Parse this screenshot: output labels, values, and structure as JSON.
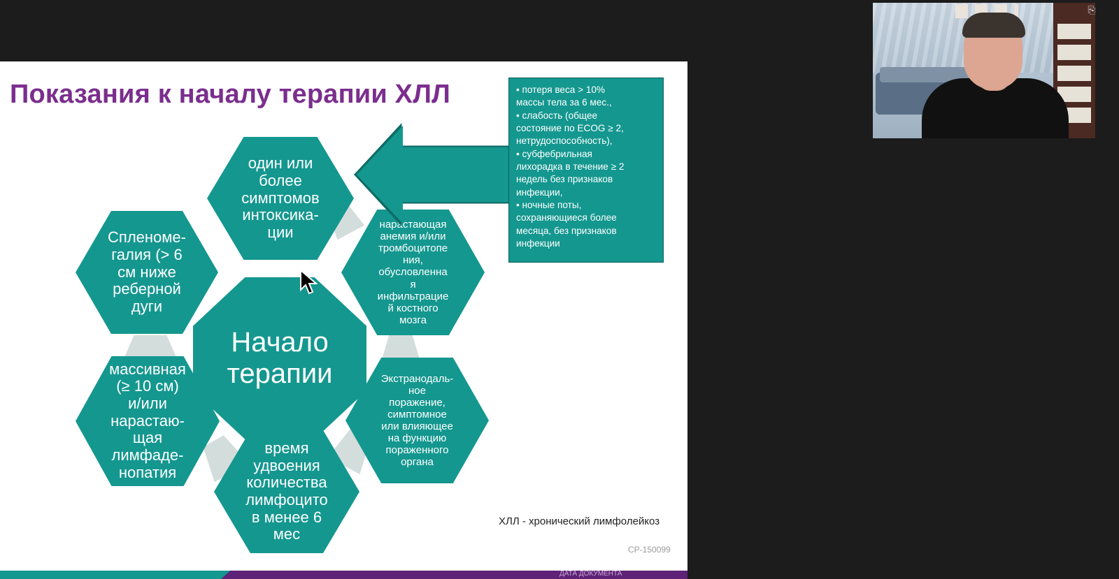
{
  "slide": {
    "title": "Показания к началу терапии ХЛЛ",
    "center_label": "Начало\nтерапии",
    "hexagons": {
      "top": "один или\nболее\nсимптомов\nинтоксика-\nции",
      "right_upper": "нарастающая\nанемия и/или\nтромбоцитопе\nния,\nобусловленна\nя\nинфильтрацие\nй костного\nмозга",
      "right_lower": "Экстранодаль-\nное\nпоражение,\nсимптомное\nили влияющее\nна функцию\nпораженного\nоргана",
      "bottom": "время\nудвоения\nколичества\nлимфоцито\nв менее 6\nмес",
      "left_lower": "массивная\n(≥ 10 см)\nи/или\nнарастаю-\nщая\nлимфаде-\nнопатия",
      "left_upper": "Спленоме-\nгалия (> 6\nсм ниже\nреберной\nдуги"
    },
    "info_box": [
      "• потеря веса > 10%\nмассы тела за 6 мес.,",
      "• слабость (общее\nсостояние по ECOG ≥ 2,\nнетрудоспособность),",
      "• субфебрильная\nлихорадка в течение ≥ 2\nнедель без признаков\nинфекции,",
      "• ночные поты,\nсохраняющиеся более\nмесяца, без признаков\nинфекции"
    ],
    "footnote": "ХЛЛ - хронический лимфолейкоз",
    "code": "CP-150099",
    "footer_text": "ДАТА ДОКУМЕНТА"
  },
  "colors": {
    "teal": "#14978f",
    "purple": "#7b2e8e",
    "connector": "#d3dddc"
  },
  "icons": {
    "cursor": "mouse-pointer-icon",
    "webcam_overlay": "paperclip-icon"
  }
}
